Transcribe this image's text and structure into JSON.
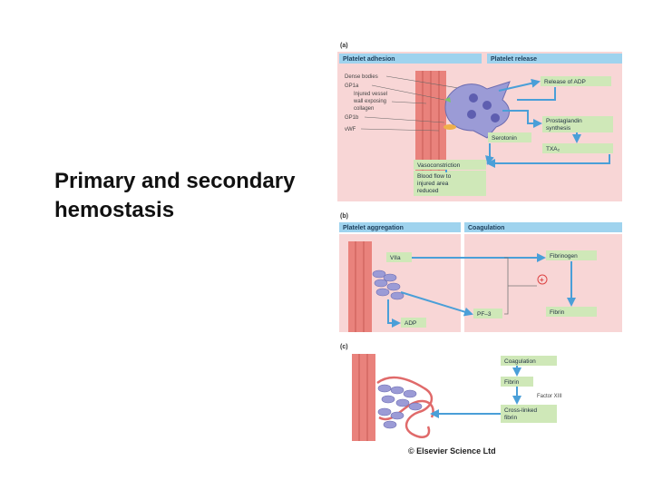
{
  "slide": {
    "title": "Primary and secondary hemostasis"
  },
  "colors": {
    "panel_bg": "#f8d6d6",
    "header_bg": "#9fd3ee",
    "box_bg": "#cfe8b8",
    "arrow": "#4a9fd8",
    "vessel": "#e9827c",
    "platelet": "#8f8fcf"
  },
  "figure": {
    "panel_a": {
      "letter": "(a)",
      "header_left": "Platelet adhesion",
      "header_right": "Platelet release",
      "left_labels": [
        "Dense bodies",
        "GP1a",
        "Injured vessel",
        "wall exposing",
        "collagen",
        "GP1b",
        "vWF"
      ],
      "release_adp": "Release of ADP",
      "prostaglandin_1": "Prostaglandin",
      "prostaglandin_2": "synthesis",
      "serotonin": "Serotonin",
      "txa2": "TXA₂",
      "vasoconstriction": "Vasoconstriction",
      "blood_flow_1": "Blood flow to",
      "blood_flow_2": "injured area",
      "blood_flow_3": "reduced"
    },
    "panel_b": {
      "letter": "(b)",
      "header_left": "Platelet aggregation",
      "header_right": "Coagulation",
      "viia": "VIIa",
      "adp": "ADP",
      "pf3": "PF–3",
      "fibrinogen": "Fibrinogen",
      "plus": "+",
      "fibrin": "Fibrin"
    },
    "panel_c": {
      "letter": "(c)",
      "coagulation": "Coagulation",
      "fibrin": "Fibrin",
      "factor": "Factor XIII",
      "crosslinked_1": "Cross-linked",
      "crosslinked_2": "fibrin"
    },
    "copyright": "© Elsevier Science Ltd"
  }
}
